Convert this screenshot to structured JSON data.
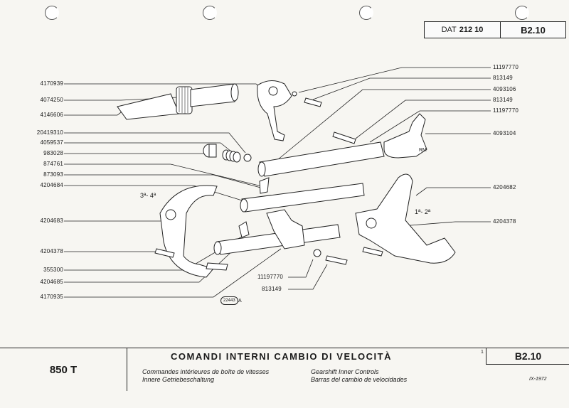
{
  "header": {
    "dat_label": "DAT",
    "dat_number": "212 10",
    "code": "B2.10"
  },
  "labels_left": [
    "4170939",
    "4074250",
    "4146606",
    "20419310",
    "4059537",
    "983028",
    "874761",
    "873093",
    "4204684",
    "4204683",
    "4204378",
    "355300",
    "4204685",
    "4170935"
  ],
  "labels_right": [
    "11197770",
    "813149",
    "4093106",
    "813149",
    "11197770",
    "4093104",
    "4204682",
    "4204378"
  ],
  "labels_bottom": [
    "11197770",
    "813149"
  ],
  "gear_labels": {
    "third_fourth": "3ª- 4ª",
    "first_second": "1ª- 2ª",
    "rm": "RM"
  },
  "ref_tag": "22443",
  "ref_suffix": "A",
  "footer": {
    "model": "850 T",
    "title": "COMANDI INTERNI CAMBIO DI VELOCITÀ",
    "fr": "Commandes intérieures de boîte de vitesses",
    "de": "Innere Getriebeschaltung",
    "en": "Gearshift Inner Controls",
    "es": "Barras del cambio de velocidades",
    "code": "B2.10",
    "date": "IX-1972",
    "sheet_mark": "1"
  }
}
